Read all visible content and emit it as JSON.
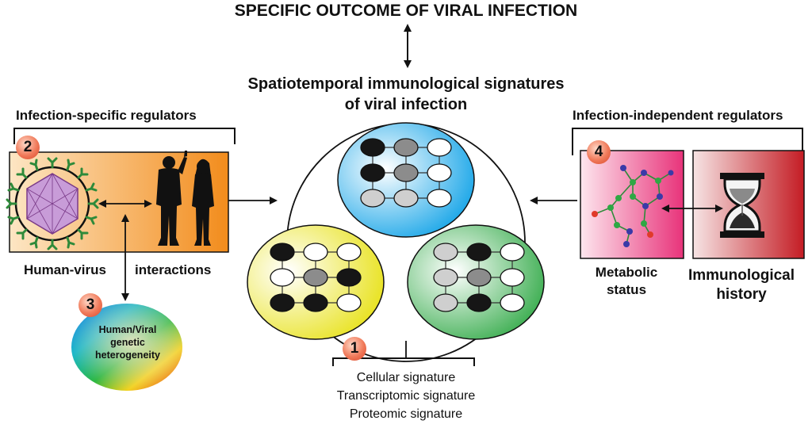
{
  "title": "SPECIFIC OUTCOME OF VIRAL INFECTION",
  "subtitle_lines": [
    "Spatiotemporal immunological signatures",
    "of viral infection"
  ],
  "left_panel": {
    "header": "Infection-specific regulators",
    "badge": "2",
    "label_left": "Human-virus",
    "label_right": "interactions",
    "background_colors": [
      "#fde6c4",
      "#f28c1c"
    ]
  },
  "genetics": {
    "badge": "3",
    "label_lines": [
      "Human/Viral",
      "genetic",
      "heterogeneity"
    ]
  },
  "center": {
    "badge": "1",
    "signatures": [
      "Cellular signature",
      "Transcriptomic signature",
      "Proteomic signature"
    ],
    "circle_colors": {
      "top": "#1aa6e8",
      "left": "#e8e21c",
      "right": "#2ea844"
    }
  },
  "right_panel": {
    "header": "Infection-independent regulators",
    "badge": "4",
    "metabolic_lines": [
      "Metabolic",
      "status"
    ],
    "immunological_lines": [
      "Immunological",
      "history"
    ],
    "background_colors": {
      "metabolic": "#e8337a",
      "history": "#c41c24"
    }
  },
  "icons": [
    "virus-icon",
    "human-silhouettes-icon",
    "molecule-network-icon",
    "hourglass-icon"
  ]
}
